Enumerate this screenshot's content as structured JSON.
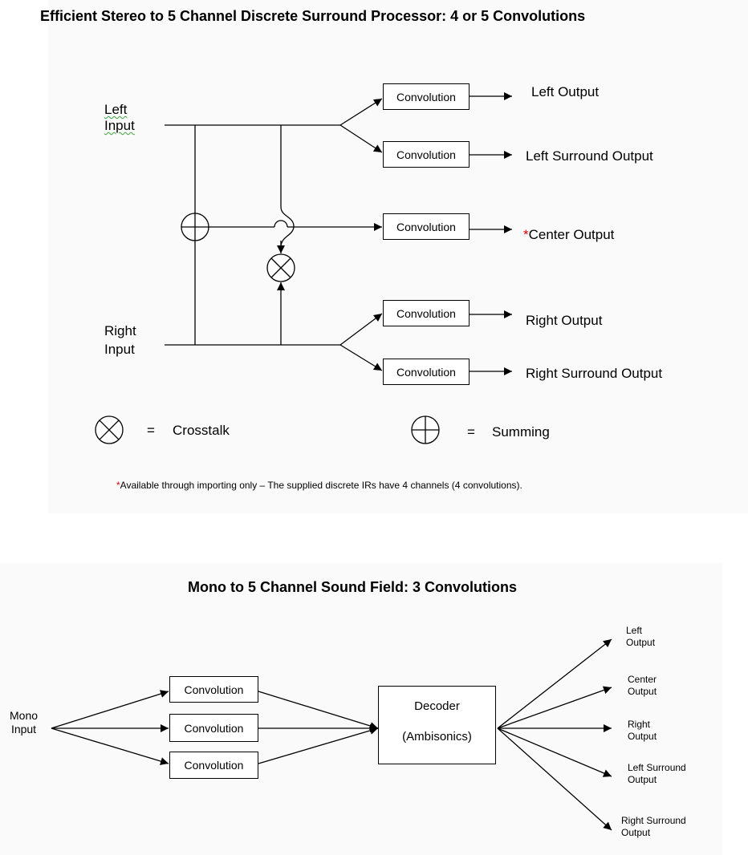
{
  "colors": {
    "asterisk": "#e00000",
    "line": "#000000"
  },
  "diagram1": {
    "title": "Efficient Stereo to 5 Channel Discrete Surround Processor: 4 or 5 Convolutions",
    "inputs": {
      "left": [
        "Left",
        "Input"
      ],
      "right": [
        "Right",
        "Input"
      ]
    },
    "convolution_label": "Convolution",
    "outputs": {
      "left": "Left Output",
      "left_surround": "Left Surround Output",
      "center_mark": "*",
      "center": "Center Output",
      "right": "Right Output",
      "right_surround": "Right Surround Output"
    },
    "legend": {
      "crosstalk": {
        "icon": "circled-times-icon",
        "eq": "=",
        "label": "Crosstalk"
      },
      "summing": {
        "icon": "circled-plus-icon",
        "eq": "=",
        "label": "Summing"
      }
    },
    "footnote": {
      "mark": "*",
      "text": "Available through importing only – The supplied discrete IRs have 4 channels (4 convolutions)."
    }
  },
  "diagram2": {
    "title": "Mono to 5 Channel Sound Field: 3 Convolutions",
    "input": [
      "Mono",
      "Input"
    ],
    "convolution_label": "Convolution",
    "decoder": [
      "Decoder",
      "(Ambisonics)"
    ],
    "outputs": [
      [
        "Left",
        "Output"
      ],
      [
        "Center",
        "Output"
      ],
      [
        "Right",
        "Output"
      ],
      [
        "Left Surround",
        "Output"
      ],
      [
        "Right Surround",
        "Output"
      ]
    ]
  }
}
